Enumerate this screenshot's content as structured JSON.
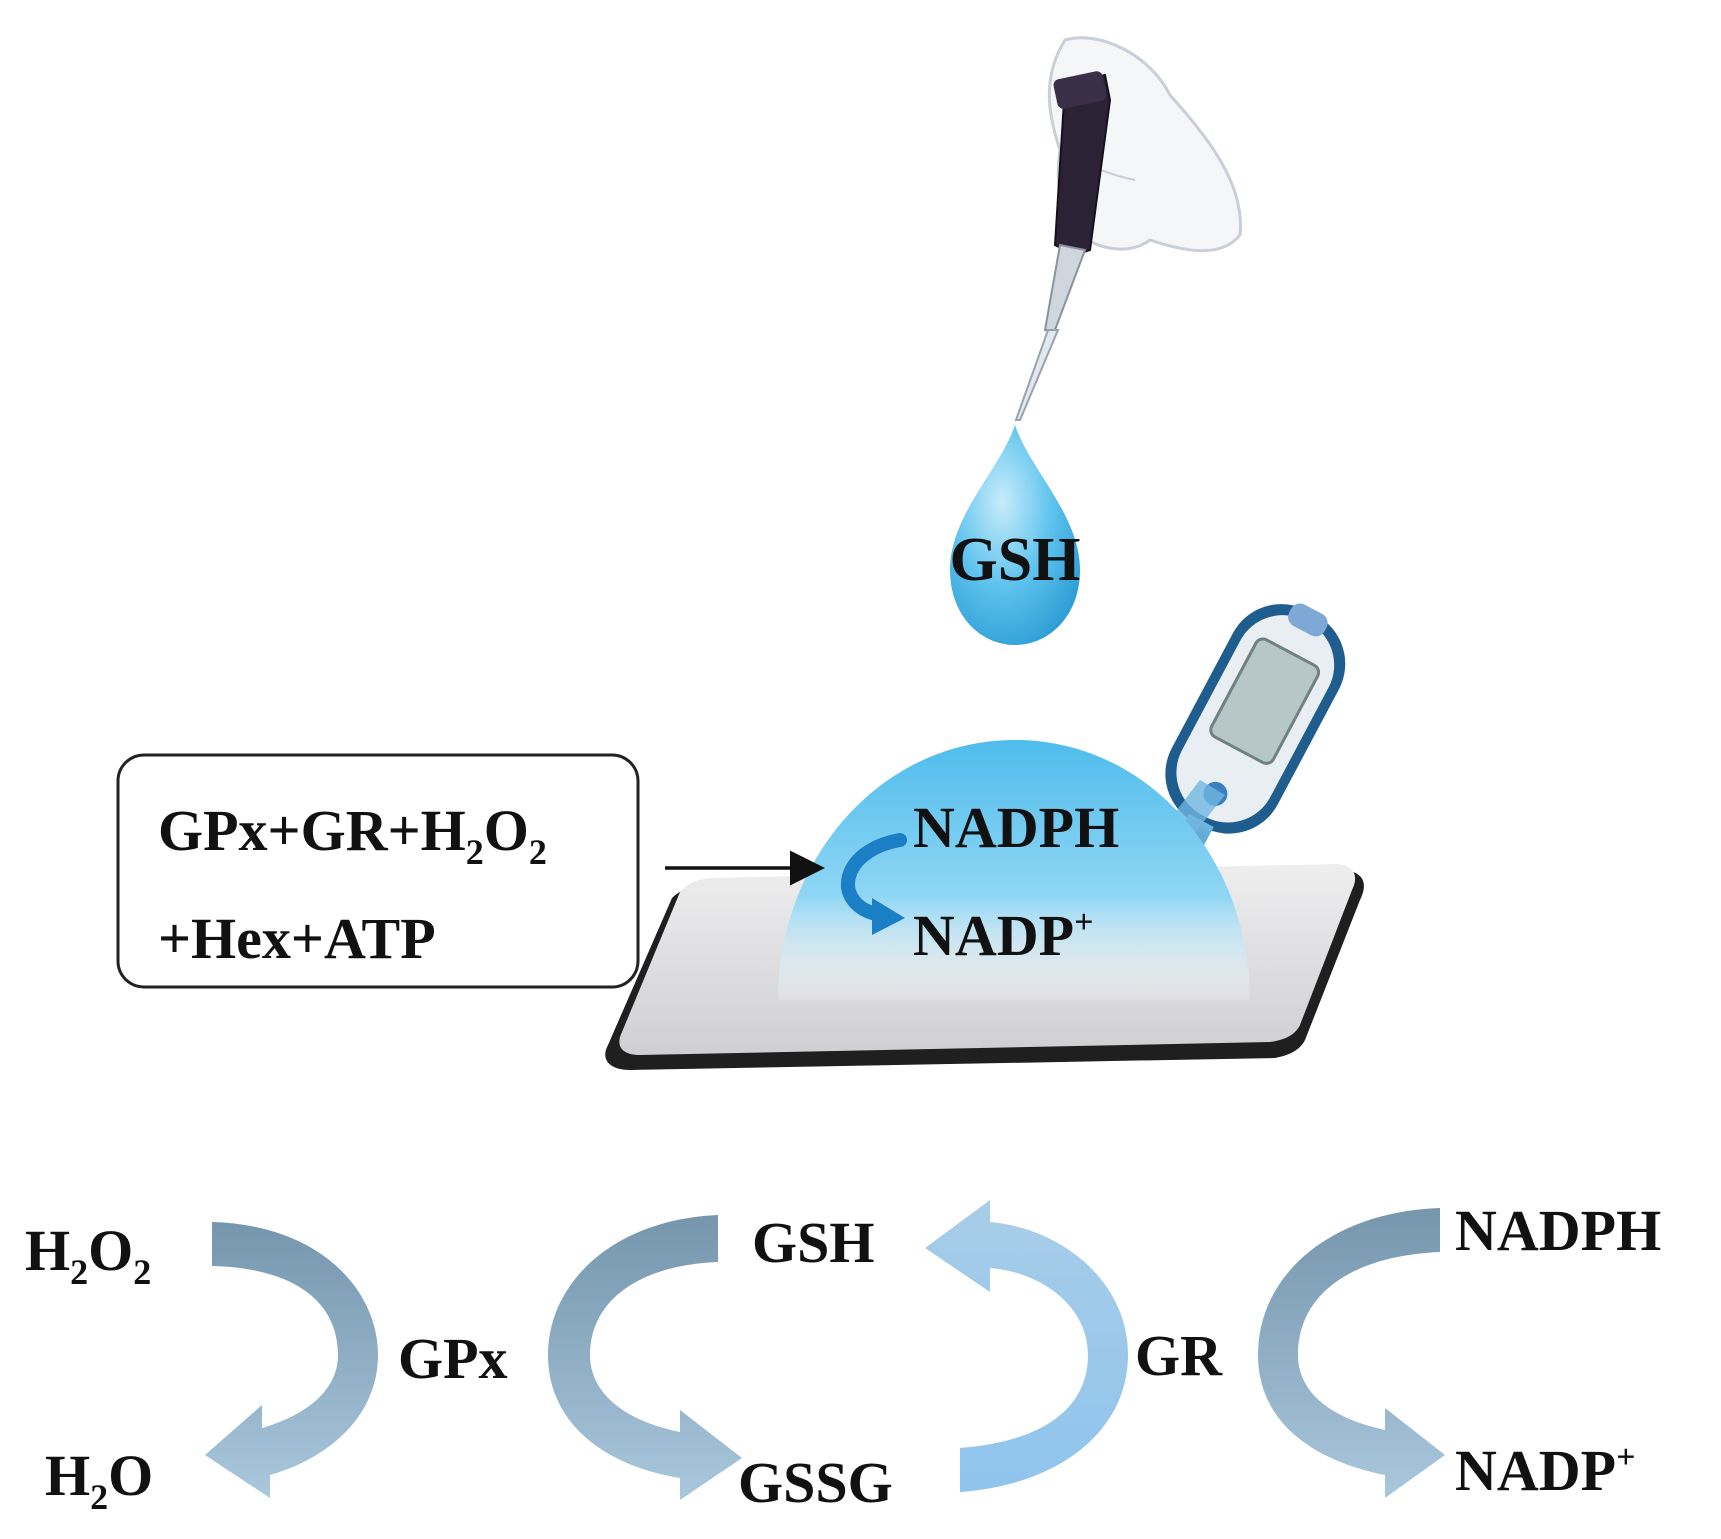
{
  "illustration": {
    "drop_label": "GSH",
    "reagent_box": {
      "line1": {
        "parts": [
          "GPx+GR+H",
          "2",
          "O",
          "2"
        ]
      },
      "line2": "+Hex+ATP"
    },
    "dome_top": "NADPH",
    "dome_bottom": {
      "base": "NADP",
      "sup": "+"
    }
  },
  "pathway": {
    "h2o2": {
      "parts": [
        "H",
        "2",
        "O",
        "2"
      ]
    },
    "h2o": {
      "parts": [
        "H",
        "2",
        "O"
      ]
    },
    "gpx": "GPx",
    "gsh": "GSH",
    "gssg": "GSSG",
    "gr": "GR",
    "nadph": "NADPH",
    "nadp": {
      "base": "NADP",
      "sup": "+"
    }
  },
  "colors": {
    "drop": "#4db8e8",
    "dome": "#5cc4ef",
    "dark_arrow": "#7fa3bd",
    "light_arrow": "#9fcdf0",
    "plate": "#d8d8da"
  }
}
